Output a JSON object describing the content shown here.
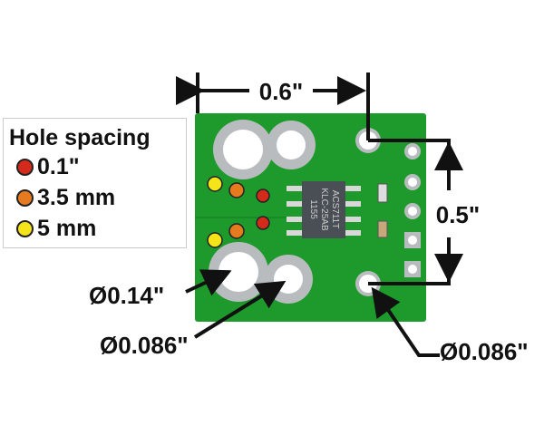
{
  "legend": {
    "title": "Hole spacing",
    "items": [
      {
        "label": "0.1\"",
        "color": "#d42a1c"
      },
      {
        "label": "3.5 mm",
        "color": "#e57a1e"
      },
      {
        "label": "5 mm",
        "color": "#f5e419"
      }
    ]
  },
  "dimensions": {
    "width": "0.6\"",
    "height": "0.5\"",
    "large_hole": "Ø0.14\"",
    "small_hole": "Ø0.086\"",
    "mount_hole": "Ø0.086\""
  },
  "chip": {
    "line1": "ACS711T",
    "line2": "KLC-25AB",
    "line3": "1155"
  },
  "colors": {
    "board": "#1e9a2c",
    "pad": "#b9bcbf",
    "chip": "#4a4f55"
  }
}
